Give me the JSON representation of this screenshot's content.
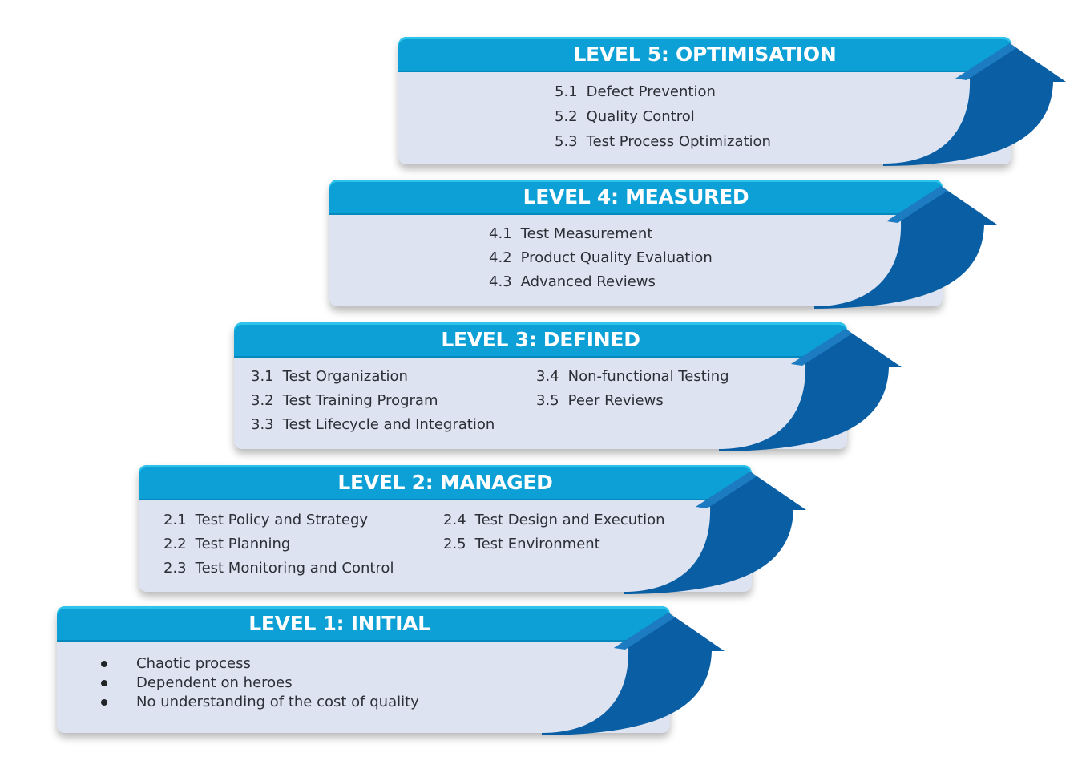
{
  "levels": [
    {
      "title": "LEVEL 5: OPTIMISATION",
      "items": [
        {
          "num": "5.1",
          "label": "Defect Prevention"
        },
        {
          "num": "5.2",
          "label": "Quality Control"
        },
        {
          "num": "5.3",
          "label": "Test Process Optimization"
        }
      ]
    },
    {
      "title": "LEVEL 4: MEASURED",
      "items": [
        {
          "num": "4.1",
          "label": "Test Measurement"
        },
        {
          "num": "4.2",
          "label": "Product Quality Evaluation"
        },
        {
          "num": "4.3",
          "label": "Advanced Reviews"
        }
      ]
    },
    {
      "title": "LEVEL 3: DEFINED",
      "items": [
        {
          "num": "3.1",
          "label": "Test Organization"
        },
        {
          "num": "3.2",
          "label": "Test Training Program"
        },
        {
          "num": "3.3",
          "label": "Test Lifecycle and Integration"
        },
        {
          "num": "3.4",
          "label": "Non-functional Testing"
        },
        {
          "num": "3.5",
          "label": "Peer Reviews"
        }
      ]
    },
    {
      "title": "LEVEL 2: MANAGED",
      "items": [
        {
          "num": "2.1",
          "label": "Test Policy and Strategy"
        },
        {
          "num": "2.2",
          "label": "Test Planning"
        },
        {
          "num": "2.3",
          "label": "Test Monitoring and Control"
        },
        {
          "num": "2.4",
          "label": "Test Design and Execution"
        },
        {
          "num": "2.5",
          "label": "Test Environment"
        }
      ]
    },
    {
      "title": "LEVEL 1: INITIAL",
      "items": [
        {
          "label": "Chaotic process"
        },
        {
          "label": "Dependent on heroes"
        },
        {
          "label": "No understanding of the cost of quality"
        }
      ]
    }
  ],
  "colors": {
    "header": "#0ca0d6",
    "body": "#dde3f1",
    "arrow": "#0a5fa4",
    "arrow_highlight": "#1d7cc1",
    "text": "#2c2f36"
  }
}
